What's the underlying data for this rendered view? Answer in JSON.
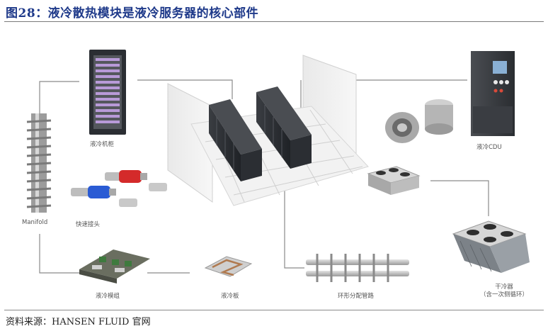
{
  "title": "图28：液冷散热模块是液冷服务器的核心部件",
  "source": "资料来源：HANSEN FLUID 官网",
  "components": {
    "cabinet": "液冷机柜",
    "manifold": "Manifold",
    "quick_connector": "快速接头",
    "module": "液冷模组",
    "cold_plate": "液冷板",
    "ring_pipe": "环形分配管路",
    "cdu": "液冷CDU",
    "dry_cooler_line1": "干冷器",
    "dry_cooler_line2": "（含一次侧循环）"
  },
  "colors": {
    "title": "#1f3a8a",
    "connector_red": "#d42a2a",
    "connector_blue": "#2a5bd4"
  }
}
